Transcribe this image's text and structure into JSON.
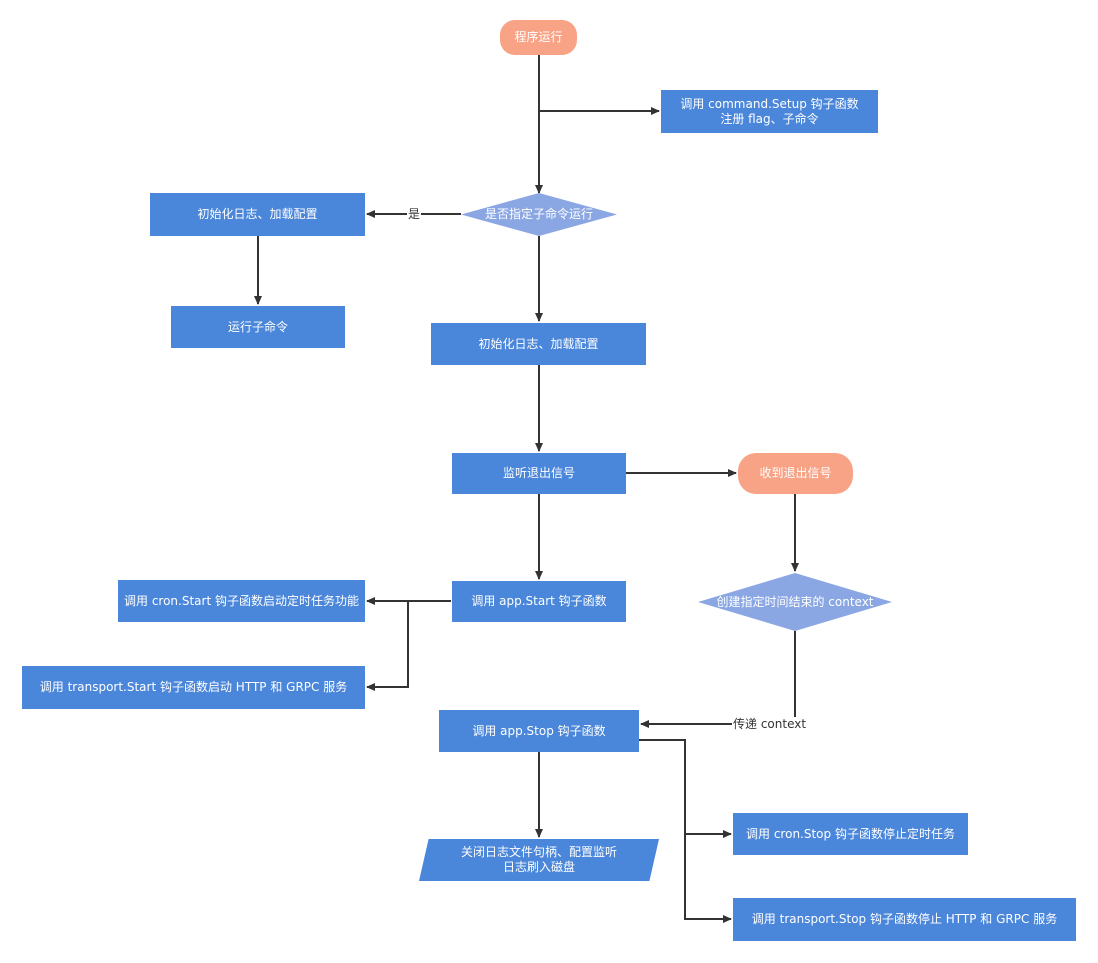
{
  "nodes": {
    "start": "程序运行",
    "setup_line1": "调用 command.Setup 钩子函数",
    "setup_line2": "注册 flag、子命令",
    "decision": "是否指定子命令运行",
    "init_sub": "初始化日志、加载配置",
    "run_sub": "运行子命令",
    "init_main": "初始化日志、加载配置",
    "listen": "监听退出信号",
    "received": "收到退出信号",
    "app_start": "调用 app.Start 钩子函数",
    "cron_start": "调用 cron.Start 钩子函数启动定时任务功能",
    "transport_start": "调用 transport.Start 钩子函数启动 HTTP 和 GRPC 服务",
    "timeout_ctx": "创建指定时间结束的 context",
    "app_stop": "调用 app.Stop 钩子函数",
    "close_line1": "关闭日志文件句柄、配置监听",
    "close_line2": "日志刷入磁盘",
    "cron_stop": "调用 cron.Stop 钩子函数停止定时任务",
    "transport_stop": "调用 transport.Stop 钩子函数停止 HTTP 和 GRPC 服务"
  },
  "edge_labels": {
    "yes": "是",
    "pass_context": "传递 context"
  },
  "colors": {
    "process": "#4a86da",
    "terminal": "#f8a386",
    "decision": "#8aa7e4",
    "line": "#333333"
  }
}
